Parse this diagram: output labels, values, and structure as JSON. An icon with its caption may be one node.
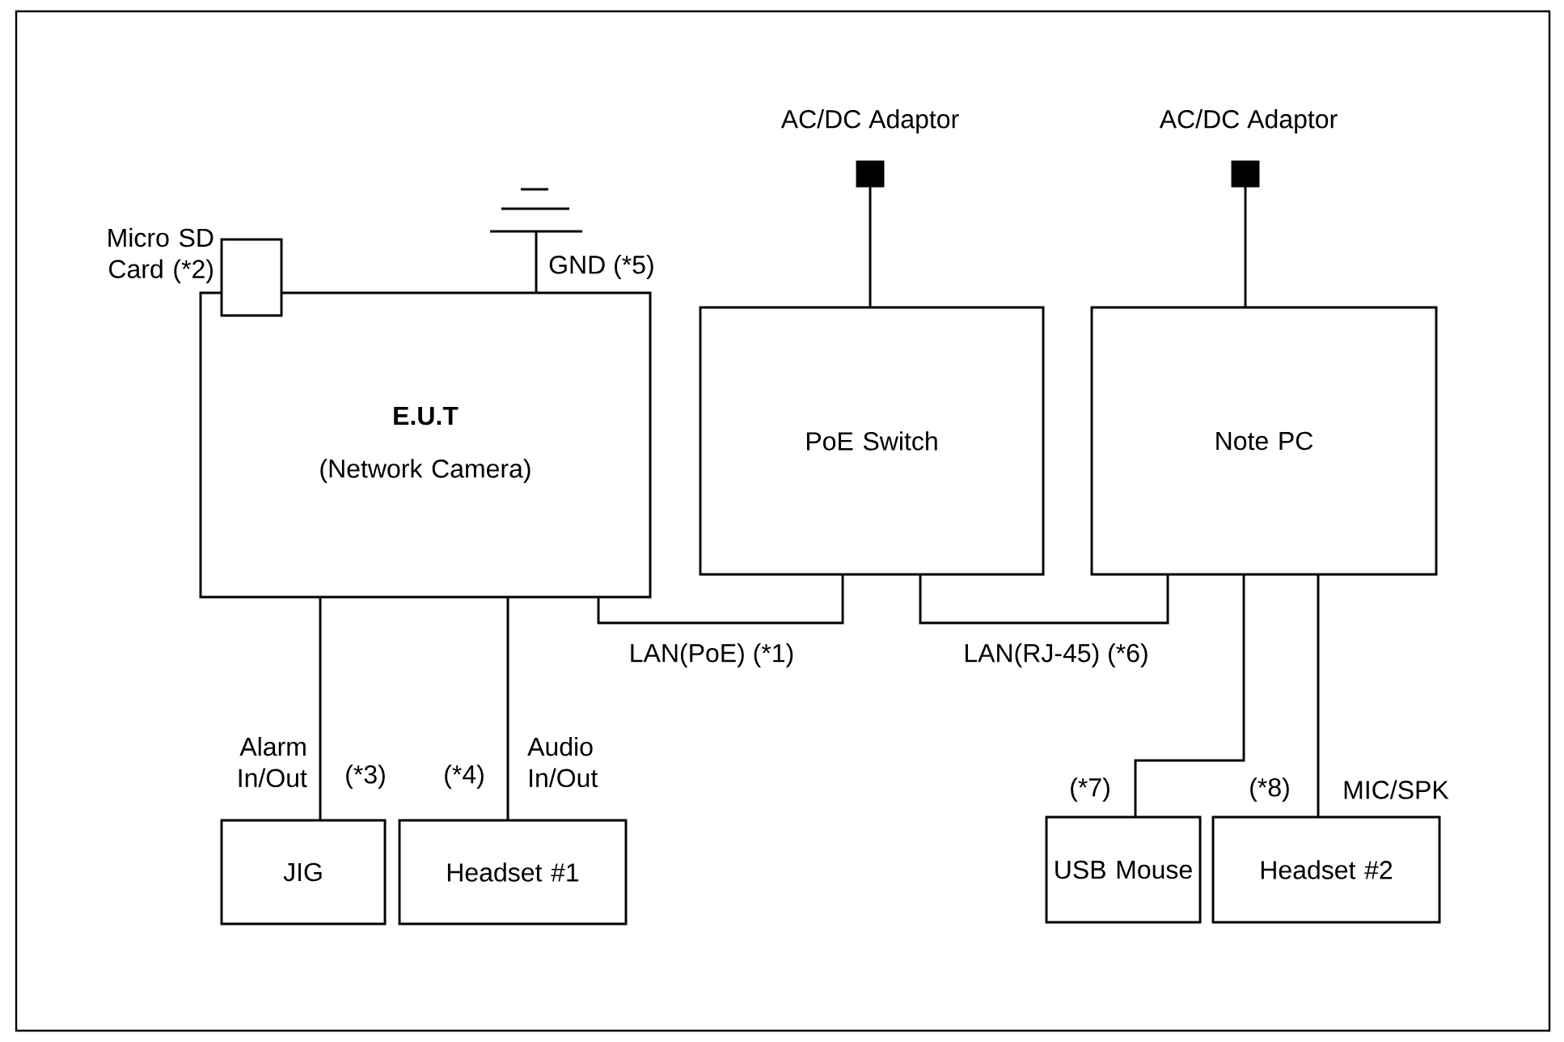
{
  "diagram": {
    "nodes": [
      {
        "text": [
          "E.U.T",
          "(Network Camera)"
        ]
      },
      {
        "text": [
          "PoE Switch"
        ]
      },
      {
        "text": [
          "Note PC"
        ]
      },
      {
        "text": [
          "JIG"
        ]
      },
      {
        "text": [
          "Headset #1"
        ]
      },
      {
        "text": [
          "USB Mouse"
        ]
      },
      {
        "text": [
          "Headset #2"
        ]
      },
      {
        "text": [],
        "shape": "box",
        "beside": [
          "Micro SD Card (*2)"
        ]
      },
      {
        "text": [],
        "shape": "ground"
      },
      {
        "text": [],
        "shape": "box",
        "beside": [
          "AC/DC Adaptor"
        ]
      },
      {
        "text": [],
        "shape": "box",
        "beside": [
          "AC/DC Adaptor"
        ]
      }
    ],
    "edges": [
      {
        "from": 0,
        "to": 8,
        "arrow": "none",
        "label": "GND (*5)"
      },
      {
        "from": 9,
        "to": 1,
        "arrow": "none"
      },
      {
        "from": 10,
        "to": 2,
        "arrow": "none"
      },
      {
        "from": 0,
        "to": 1,
        "arrow": "none",
        "label": "LAN(PoE) (*1)"
      },
      {
        "from": 1,
        "to": 2,
        "arrow": "none",
        "label": "LAN(RJ-45) (*6)"
      },
      {
        "from": 0,
        "to": 3,
        "arrow": "none",
        "label": "Alarm In/Out"
      },
      {
        "from": 0,
        "to": 4,
        "arrow": "none",
        "label": "Audio In/Out"
      },
      {
        "from": 2,
        "to": 5,
        "arrow": "none"
      },
      {
        "from": 2,
        "to": 6,
        "arrow": "none",
        "label": "MIC/SPK"
      }
    ],
    "labels": [
      "(*3)",
      "(*4)",
      "(*7)",
      "(*8)"
    ]
  }
}
